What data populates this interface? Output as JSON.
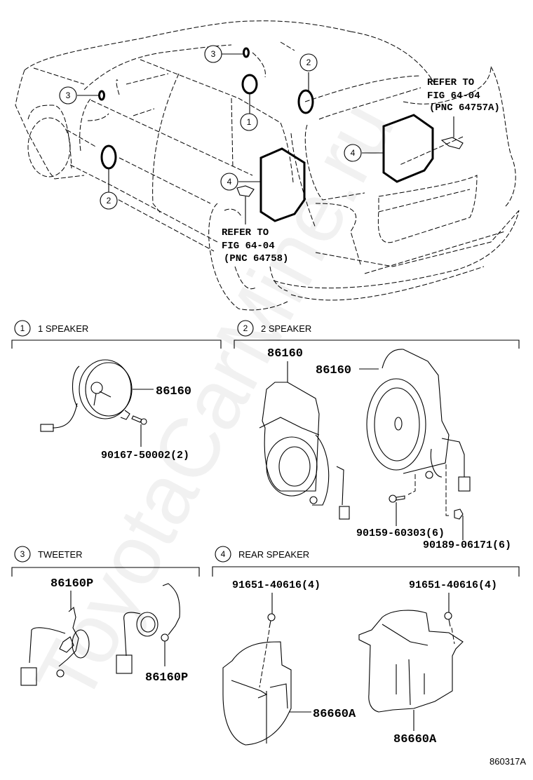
{
  "diagram": {
    "figure_id": "860317A",
    "watermark": "ToyotaCarMine.ru",
    "callouts": {
      "c1": "1",
      "c2": "2",
      "c3": "3",
      "c4": "4"
    },
    "references": [
      {
        "line1": "REFER TO",
        "line2": "FIG 64-04",
        "line3": "(PNC 64757A)"
      },
      {
        "line1": "REFER TO",
        "line2": "FIG 64-04",
        "line3": "(PNC 64758)"
      }
    ],
    "sections": [
      {
        "number": "1",
        "title": "1 SPEAKER",
        "parts": [
          "86160",
          "90167-50002(2)"
        ]
      },
      {
        "number": "2",
        "title": "2 SPEAKER",
        "parts": [
          "86160",
          "86160",
          "90159-60303(6)",
          "90189-06171(6)"
        ]
      },
      {
        "number": "3",
        "title": "TWEETER",
        "parts": [
          "86160P",
          "86160P"
        ]
      },
      {
        "number": "4",
        "title": "REAR SPEAKER",
        "parts": [
          "91651-40616(4)",
          "91651-40616(4)",
          "86660A",
          "86660A"
        ]
      }
    ]
  }
}
